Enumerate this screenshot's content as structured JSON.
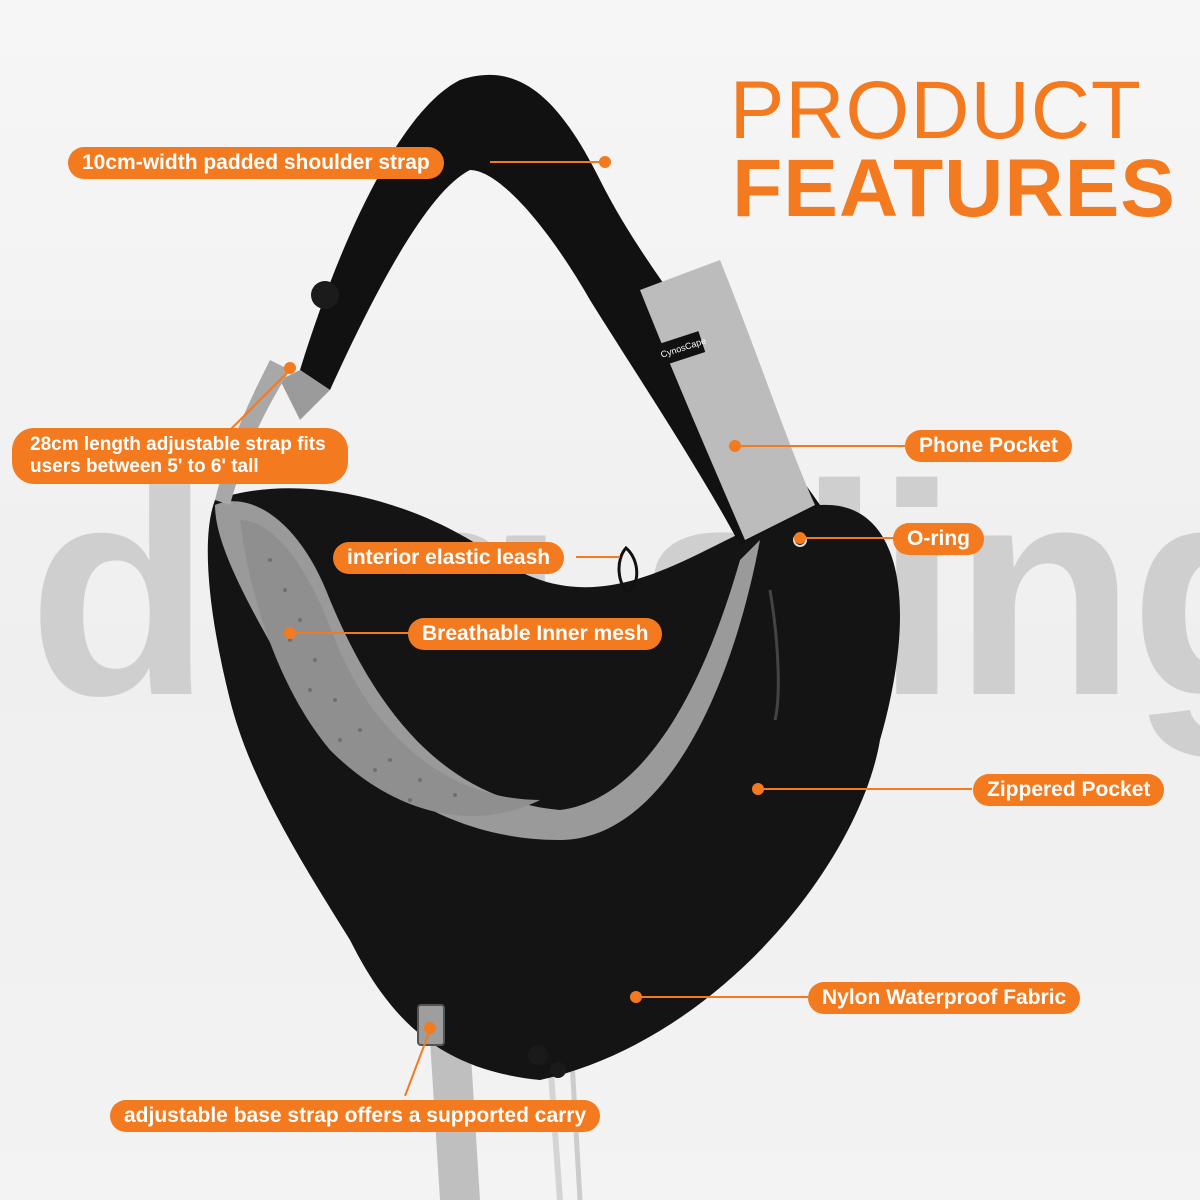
{
  "brand_color": "#f37a1f",
  "watermark": "dog sling",
  "heading": {
    "line1": "PRODUCT",
    "line2": "FEATURES"
  },
  "tag_label": "CynosCape",
  "features": {
    "shoulder_strap": "10cm-width padded shoulder strap",
    "adjustable_strap": {
      "line1": "28cm length adjustable strap fits",
      "line2": "users between 5' to 6' tall"
    },
    "phone_pocket": "Phone Pocket",
    "o_ring": "O-ring",
    "leash": "interior elastic leash",
    "mesh": "Breathable Inner mesh",
    "zippered_pocket": "Zippered Pocket",
    "fabric": "Nylon Waterproof Fabric",
    "base_strap": "adjustable base strap offers a supported carry"
  }
}
